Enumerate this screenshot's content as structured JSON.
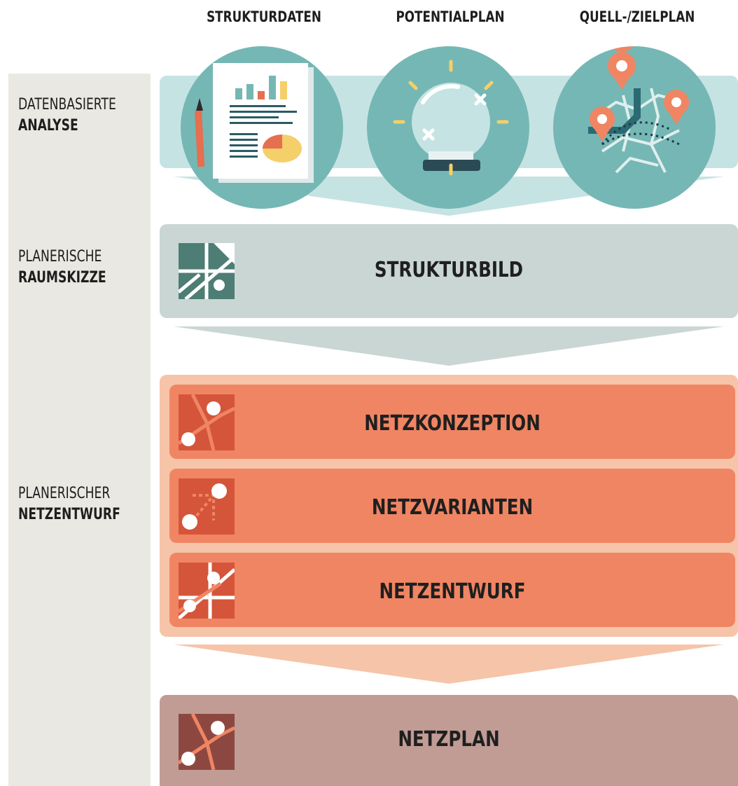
{
  "columns": [
    {
      "title": "STRUKTURDATEN",
      "icon": "document-chart-icon"
    },
    {
      "title": "POTENTIALPLAN",
      "icon": "crystal-ball-icon"
    },
    {
      "title": "QUELL-/ZIELPLAN",
      "icon": "map-pins-icon"
    }
  ],
  "stages": [
    {
      "line1": "DATENBASIERTE",
      "line2": "ANALYSE"
    },
    {
      "line1": "PLANERISCHE",
      "line2": "RAUMSKIZZE"
    },
    {
      "line1": "PLANERISCHER",
      "line2": "NETZENTWURF"
    }
  ],
  "steps": {
    "strukturbild": "STRUKTURBILD",
    "netzkonzeption": "NETZKONZEPTION",
    "netzvarianten": "NETZVARIANTEN",
    "netzentwurf": "NETZENTWURF",
    "netzplan": "NETZPLAN"
  },
  "colors": {
    "teal": "#75b7b4",
    "teal_light": "#c6e3e3",
    "grey_green": "#c9d6d4",
    "orange": "#f08563",
    "orange_light": "#f6c4a8",
    "mauve": "#c19c95",
    "sidebar": "#e9e8e2"
  }
}
